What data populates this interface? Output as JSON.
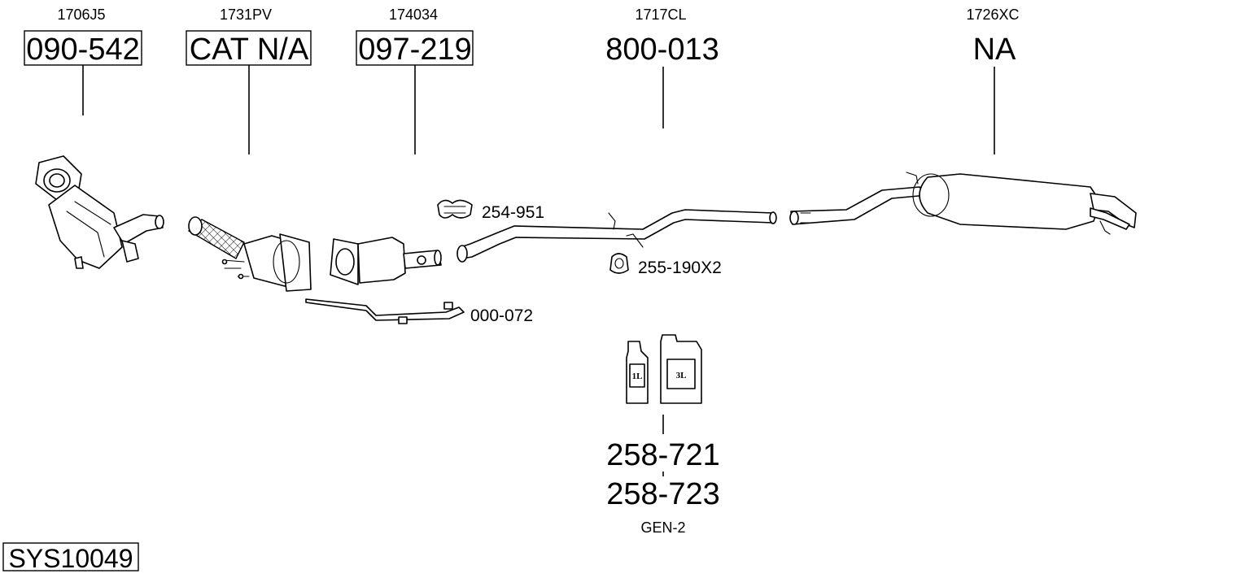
{
  "parts": {
    "p1": {
      "ref": "1706J5",
      "code": "090-542"
    },
    "p2": {
      "ref": "1731PV",
      "code": "CAT N/A"
    },
    "p3": {
      "ref": "174034",
      "code": "097-219"
    },
    "p4": {
      "ref": "1717CL",
      "code": "800-013"
    },
    "p5": {
      "ref": "1726XC",
      "code": "NA"
    }
  },
  "accessories": {
    "clamp": "254-951",
    "hanger": "255-190X2",
    "sensor_pipe": "000-072"
  },
  "paste": {
    "small_label": "1L",
    "large_label": "3L",
    "code_1": "258-721",
    "code_2": "258-723",
    "note": "GEN-2"
  },
  "system_id": "SYS10049"
}
